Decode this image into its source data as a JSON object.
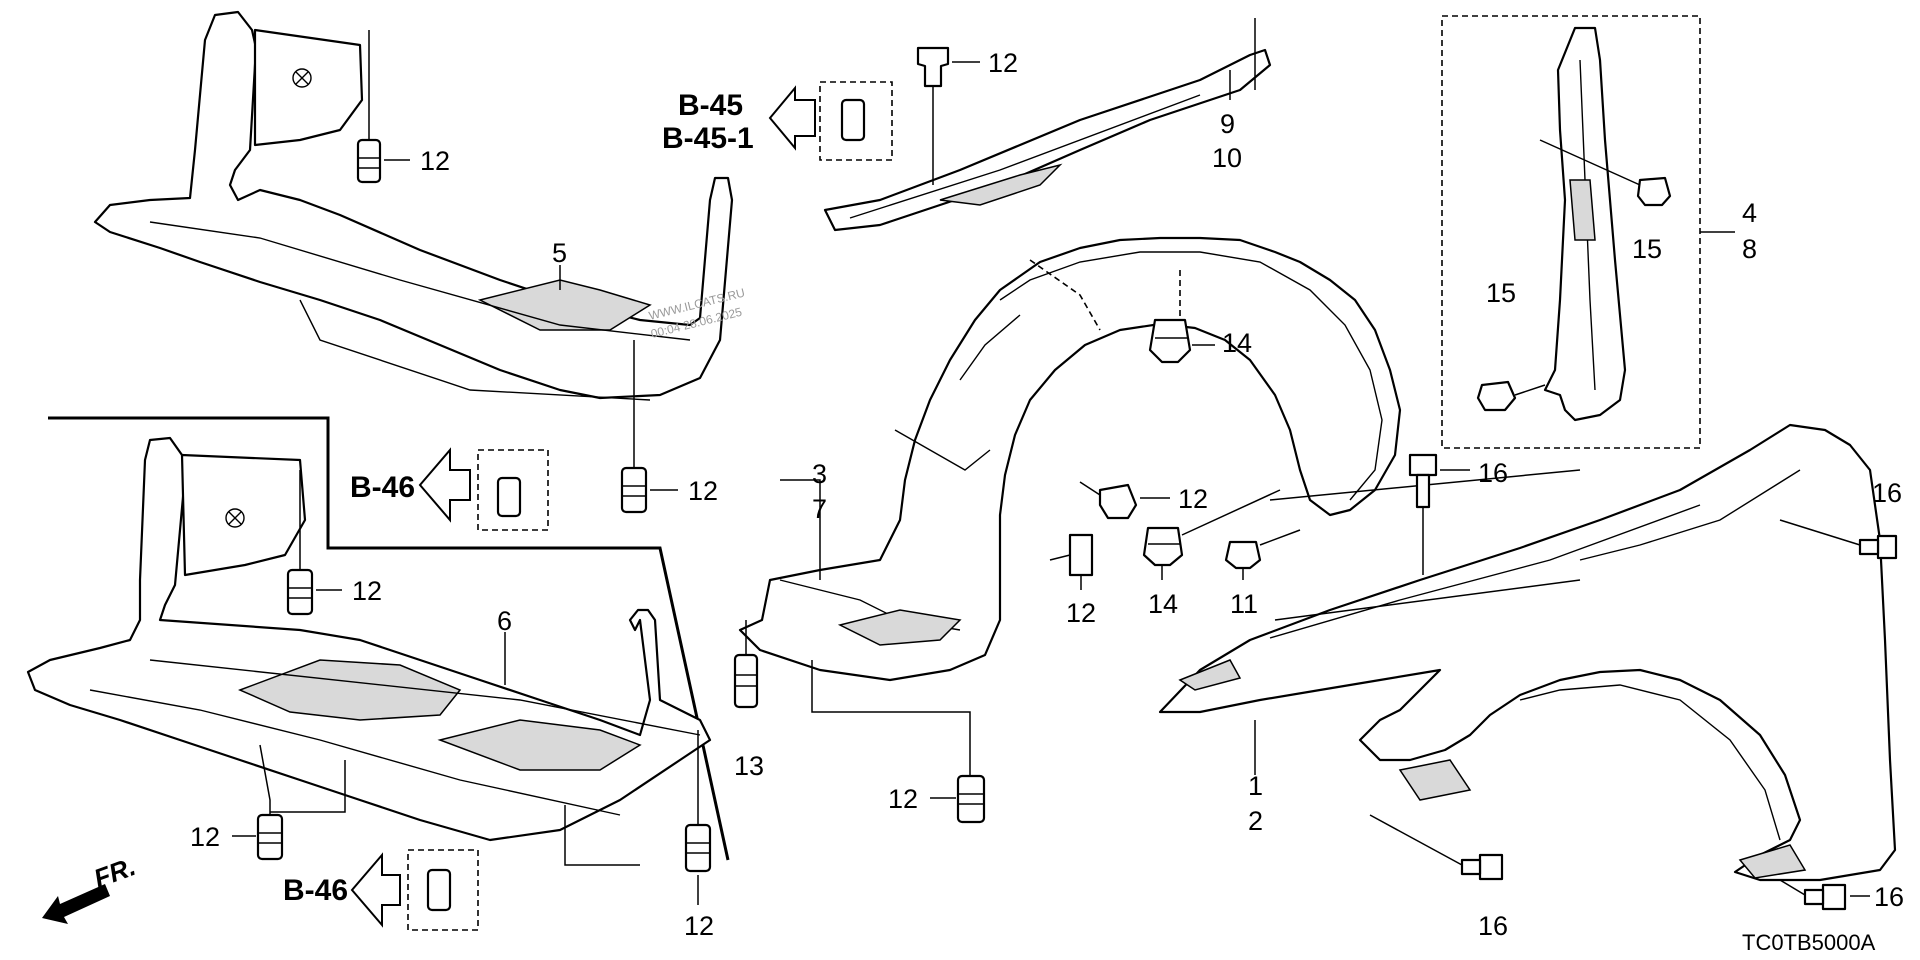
{
  "diagram": {
    "callouts": {
      "c12_a": "12",
      "c12_b": "12",
      "c12_c": "12",
      "c12_d": "12",
      "c12_e": "12",
      "c12_f": "12",
      "c12_g": "12",
      "c12_h": "12",
      "c12_i": "12",
      "c5": "5",
      "c6": "6",
      "c9": "9",
      "c10": "10",
      "c4": "4",
      "c8": "8",
      "c15_a": "15",
      "c15_b": "15",
      "c3": "3",
      "c7": "7",
      "c14_a": "14",
      "c14_b": "14",
      "c11": "11",
      "c13": "13",
      "c16_a": "16",
      "c16_b": "16",
      "c16_c": "16",
      "c16_d": "16",
      "c1": "1",
      "c2": "2"
    },
    "references": {
      "b45": "B-45",
      "b45_1": "B-45-1",
      "b46_top": "B-46",
      "b46_bottom": "B-46"
    },
    "watermark_line1": "WWW.ILCATS.RU",
    "watermark_line2": "00:04 28.06.2025",
    "diagram_code": "TC0TB5000A",
    "front_indicator": "FR."
  }
}
